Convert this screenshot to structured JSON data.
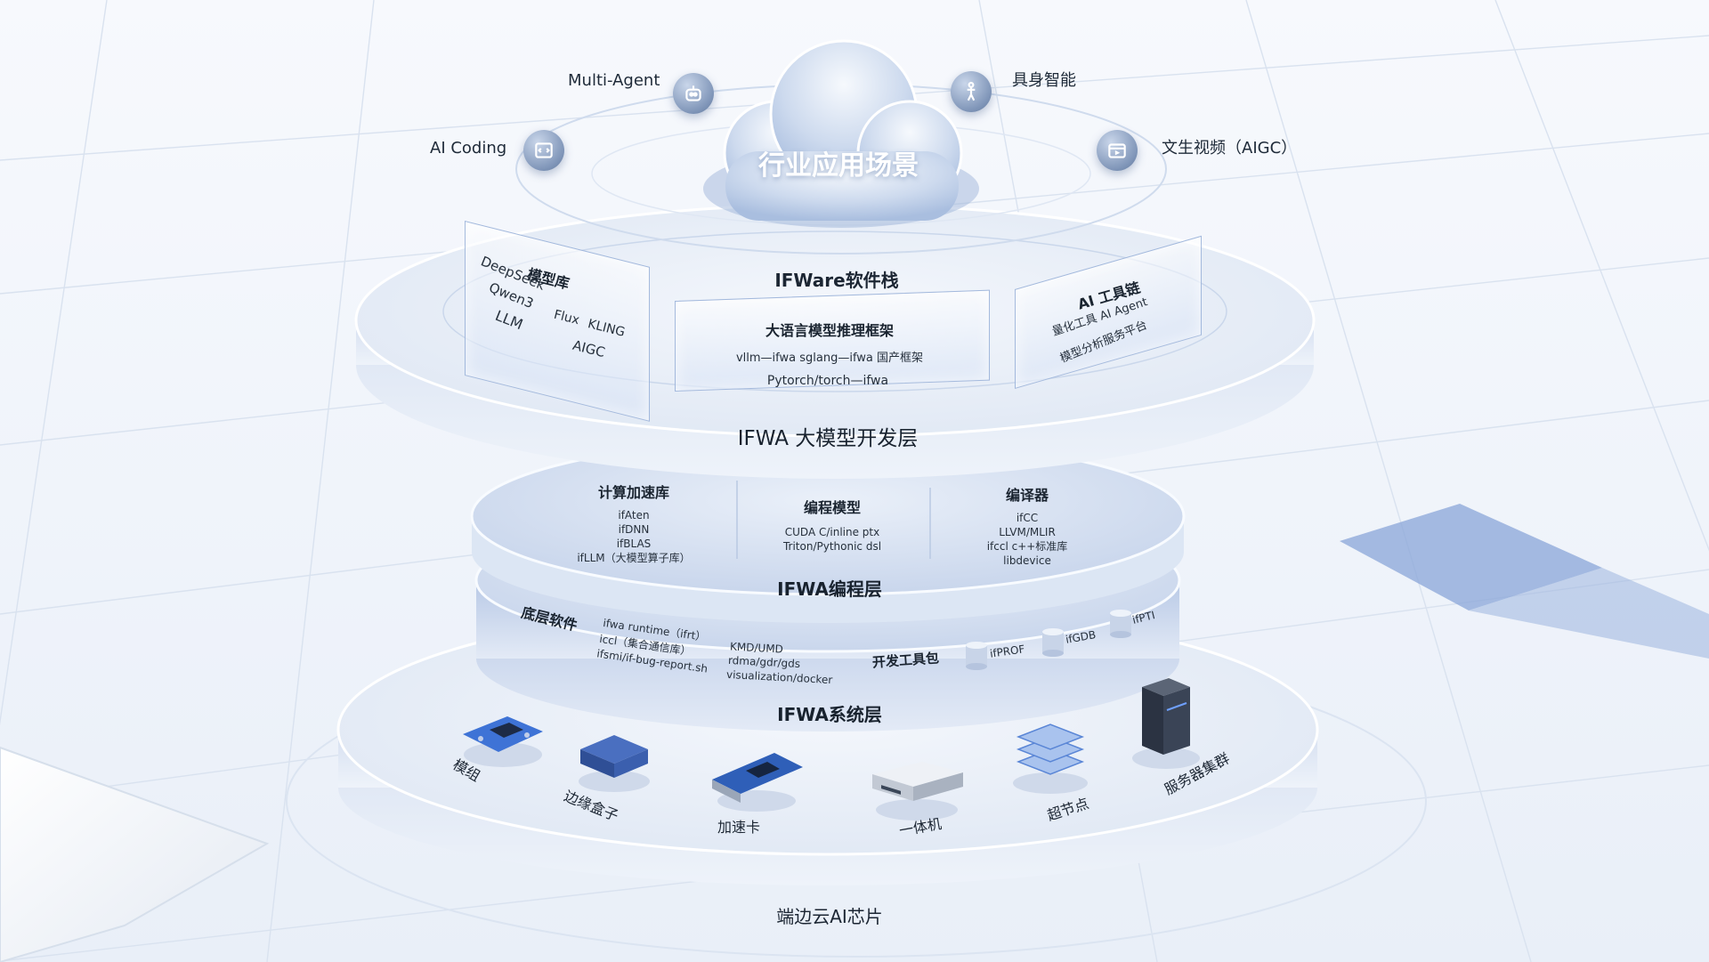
{
  "scenes": {
    "cloud_title": "行业应用场景",
    "multi_agent": "Multi-Agent",
    "ai_coding": "AI Coding",
    "embodied": "具身智能",
    "video": "文生视频（AIGC）"
  },
  "software_stack": {
    "title": "IFWare软件栈",
    "model_lib": {
      "title": "模型库",
      "items": [
        "DeepSeek",
        "Qwen3",
        "LLM",
        "Flux",
        "KLING",
        "AIGC"
      ]
    },
    "llm_framework": {
      "title": "大语言模型推理框架",
      "line1": "vllm—ifwa   sglang—ifwa   国产框架",
      "line2": "Pytorch/torch—ifwa"
    },
    "toolchain": {
      "title": "AI 工具链",
      "line1": "量化工具   AI Agent",
      "line2": "模型分析服务平台"
    }
  },
  "dev_layer": {
    "title": "IFWA 大模型开发层"
  },
  "prog_layer": {
    "title": "IFWA编程层",
    "compute_lib": {
      "title": "计算加速库",
      "items": [
        "ifAten",
        "ifDNN",
        "ifBLAS",
        "ifLLM（大模型算子库）"
      ]
    },
    "prog_model": {
      "title": "编程模型",
      "items": [
        "CUDA C/inline ptx",
        "Triton/Pythonic dsl"
      ]
    },
    "compiler": {
      "title": "编译器",
      "items": [
        "ifCC",
        "LLVM/MLIR",
        "ifccl c++标准库",
        "libdevice"
      ]
    }
  },
  "sys_layer": {
    "title": "IFWA系统层",
    "base_sw": {
      "title": "底层软件",
      "items": [
        "ifwa runtime（ifrt）",
        "iccl（集合通信库）",
        "ifsmi/if-bug-report.sh"
      ]
    },
    "drivers": {
      "items": [
        "KMD/UMD",
        "rdma/gdr/gds",
        "visualization/docker"
      ]
    },
    "devtools": {
      "title": "开发工具包",
      "items": [
        "ifPROF",
        "ifGDB",
        "ifPTI"
      ]
    }
  },
  "hardware": {
    "devices": [
      "模组",
      "边缘盒子",
      "加速卡",
      "一体机",
      "超节点",
      "服务器集群"
    ],
    "footer": "端边云AI芯片"
  },
  "colors": {
    "accent": "#6f8fc4",
    "disc": "#e6edf7",
    "floor_tile": "#8aa6d8"
  }
}
